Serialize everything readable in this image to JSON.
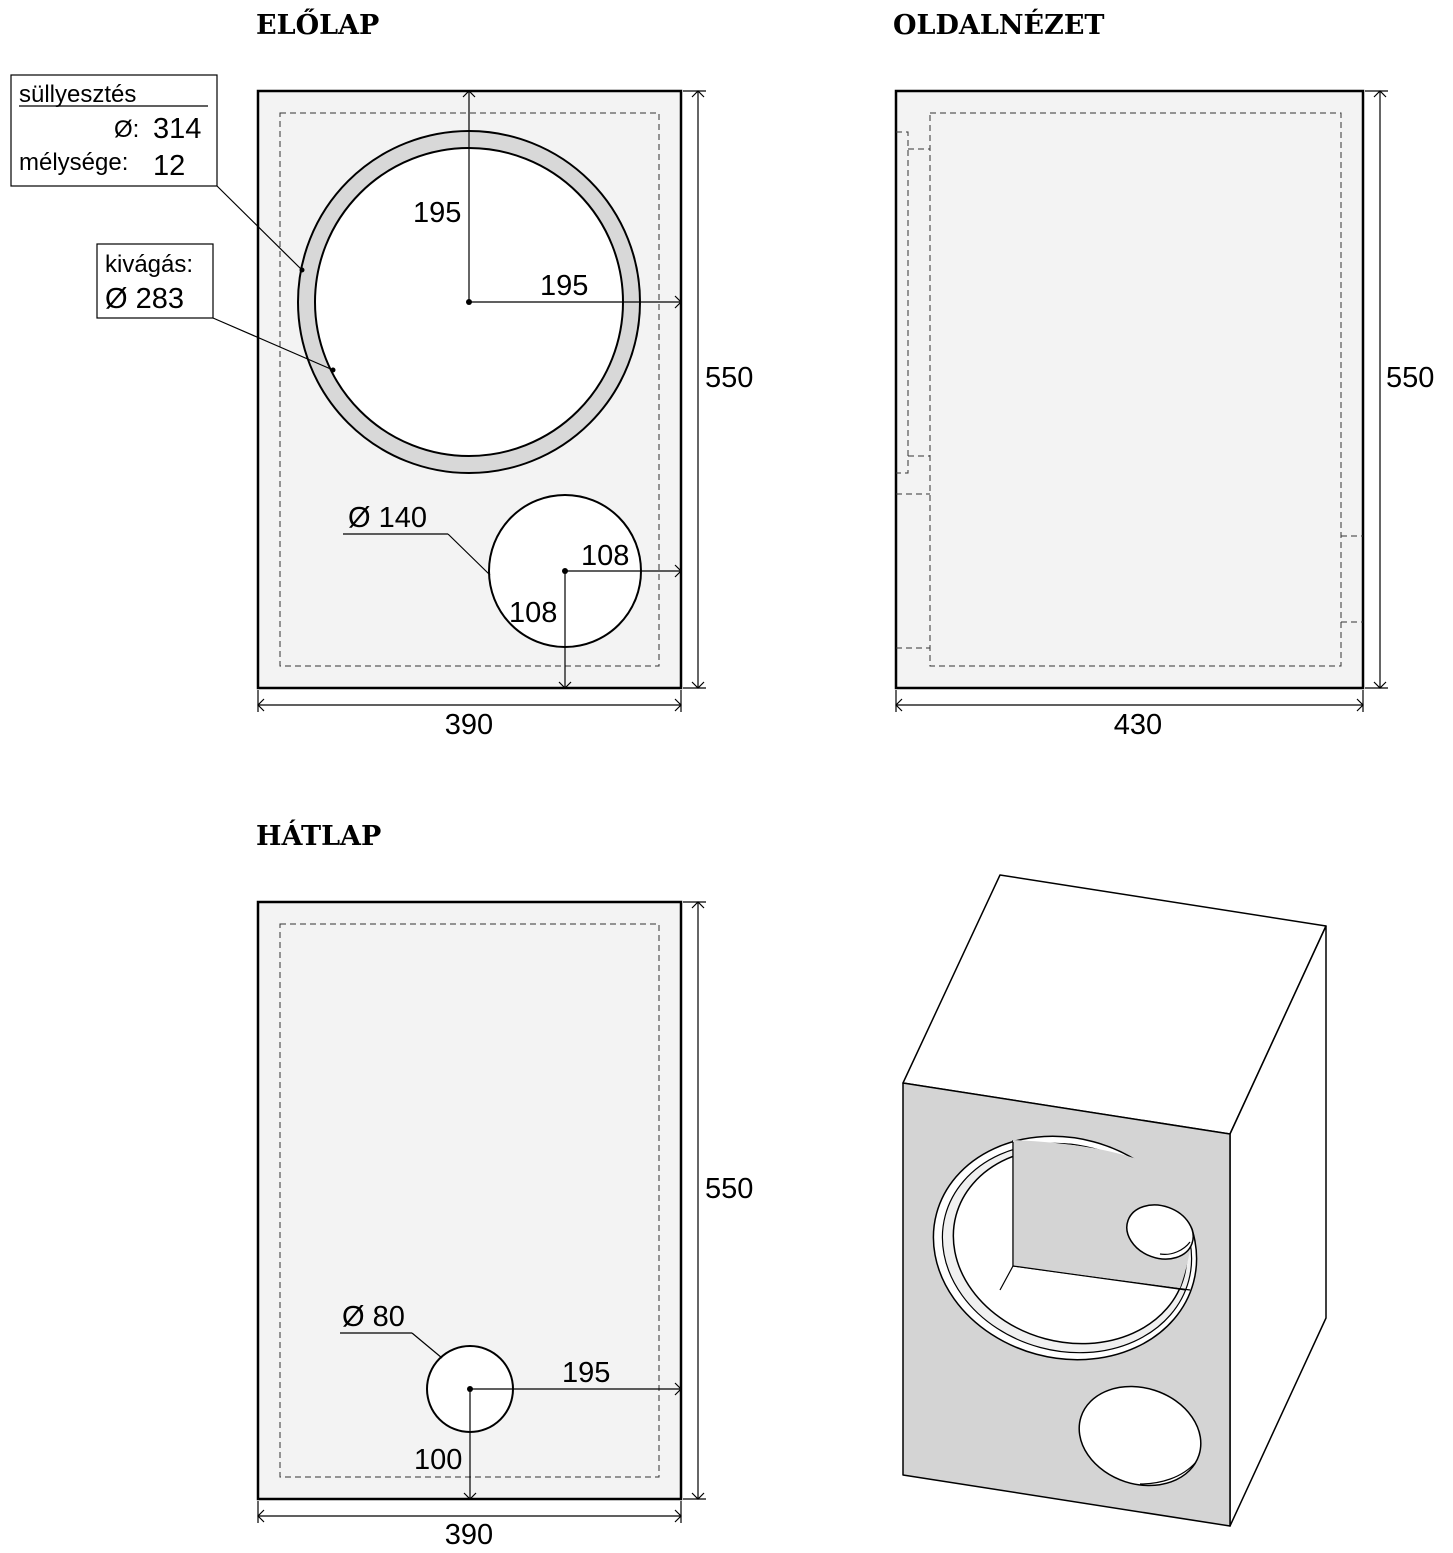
{
  "views": {
    "front": {
      "title": "ELŐLAP",
      "width": "390",
      "height": "550",
      "woofer_v": "195",
      "woofer_h": "195",
      "port_v": "108",
      "port_h": "108",
      "port_dia": "Ø 140",
      "recess": {
        "title": "süllyesztés",
        "dia_label": "Ø:",
        "dia_value": "314",
        "depth_label": "mélysége:",
        "depth_value": "12"
      },
      "cutout": {
        "title": "kivágás:",
        "value": "Ø 283"
      }
    },
    "side": {
      "title": "OLDALNÉZET",
      "width": "430",
      "height": "550"
    },
    "back": {
      "title": "HÁTLAP",
      "width": "390",
      "height": "550",
      "hole_dia": "Ø 80",
      "hole_h": "195",
      "hole_v": "100"
    }
  },
  "colors": {
    "panel_fill": "#f3f3f3",
    "front_face": "#d4d4d4",
    "line": "#000000"
  }
}
